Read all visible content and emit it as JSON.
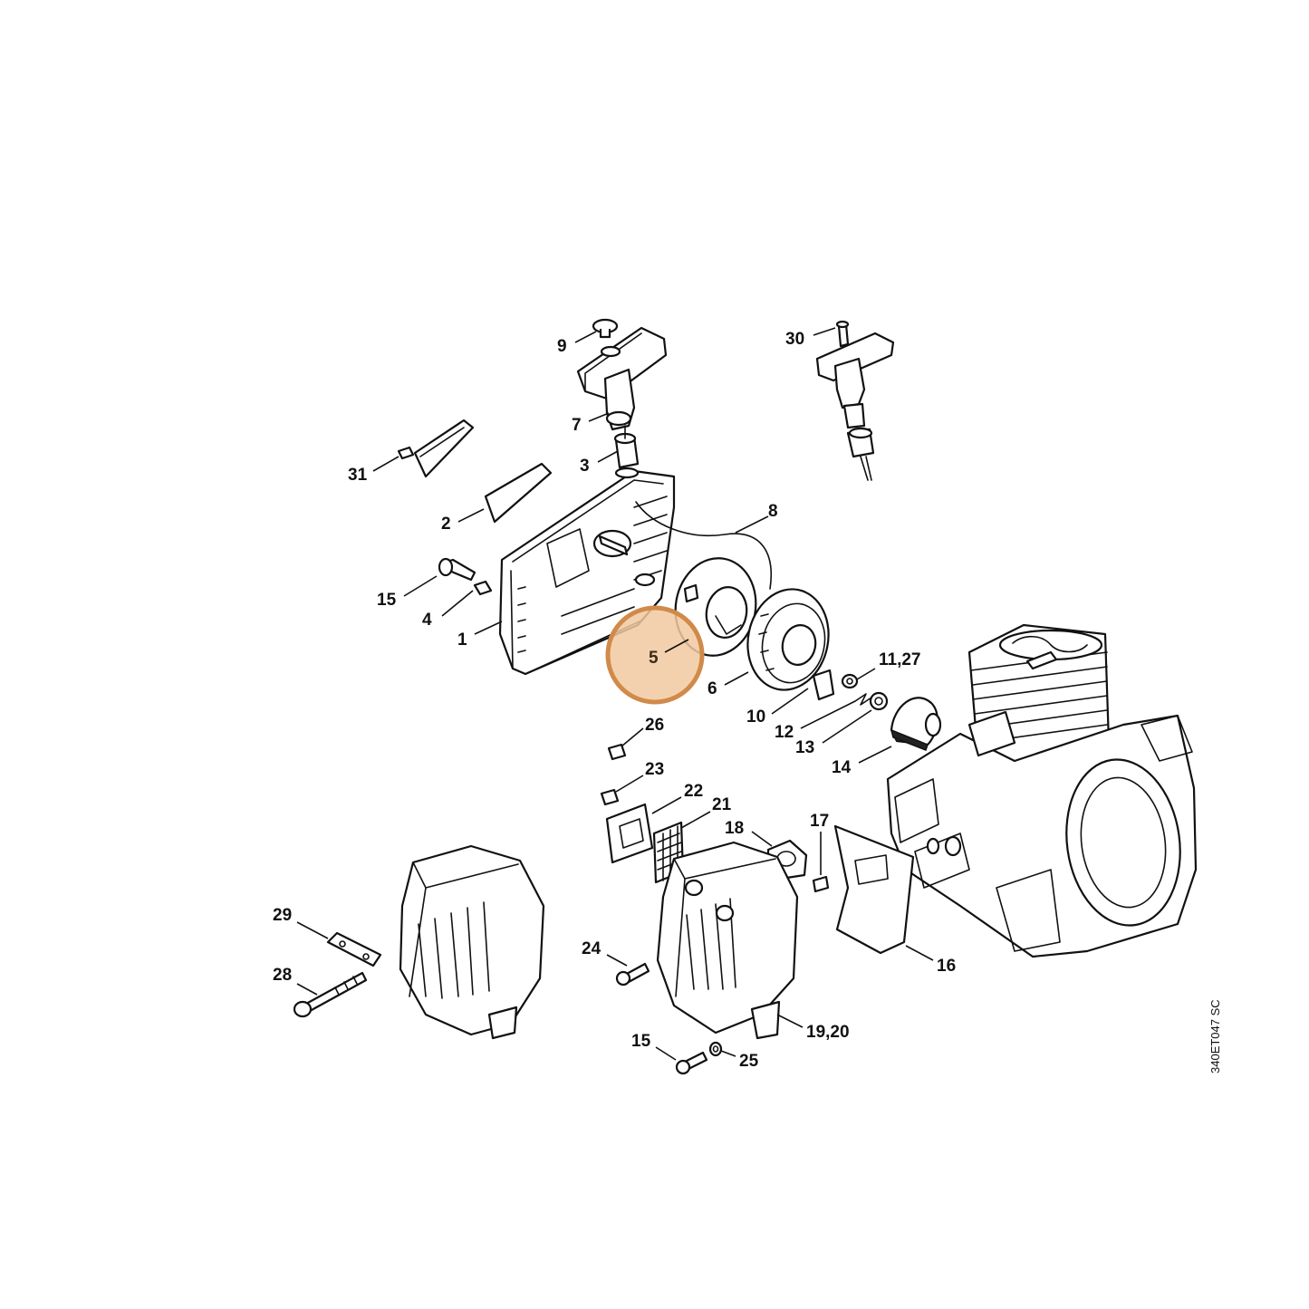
{
  "diagram": {
    "document_code": "340ET047 SC",
    "highlight": {
      "label": "5",
      "color": "#d08a4a",
      "fill": "#f2c9a0"
    },
    "callouts": [
      {
        "id": "9",
        "label": "9"
      },
      {
        "id": "30",
        "label": "30"
      },
      {
        "id": "7",
        "label": "7"
      },
      {
        "id": "31",
        "label": "31"
      },
      {
        "id": "3",
        "label": "3"
      },
      {
        "id": "8",
        "label": "8"
      },
      {
        "id": "2",
        "label": "2"
      },
      {
        "id": "15a",
        "label": "15"
      },
      {
        "id": "4",
        "label": "4"
      },
      {
        "id": "1",
        "label": "1"
      },
      {
        "id": "11-27",
        "label": "11,27"
      },
      {
        "id": "6",
        "label": "6"
      },
      {
        "id": "10",
        "label": "10"
      },
      {
        "id": "12",
        "label": "12"
      },
      {
        "id": "13",
        "label": "13"
      },
      {
        "id": "26",
        "label": "26"
      },
      {
        "id": "14",
        "label": "14"
      },
      {
        "id": "23",
        "label": "23"
      },
      {
        "id": "22",
        "label": "22"
      },
      {
        "id": "21",
        "label": "21"
      },
      {
        "id": "18",
        "label": "18"
      },
      {
        "id": "17",
        "label": "17"
      },
      {
        "id": "29",
        "label": "29"
      },
      {
        "id": "24",
        "label": "24"
      },
      {
        "id": "28",
        "label": "28"
      },
      {
        "id": "16",
        "label": "16"
      },
      {
        "id": "19-20",
        "label": "19,20"
      },
      {
        "id": "15b",
        "label": "15"
      },
      {
        "id": "25",
        "label": "25"
      }
    ]
  }
}
